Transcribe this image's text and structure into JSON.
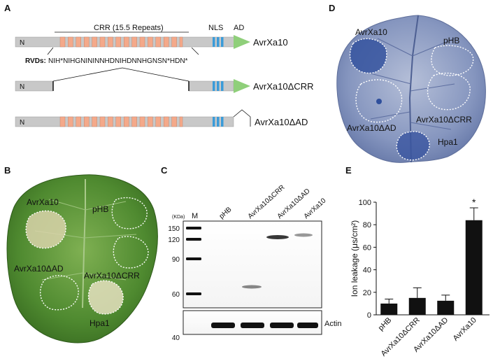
{
  "panels": {
    "A": {
      "label": "A",
      "crr_label": "CRR (15.5 Repeats)",
      "nls_label": "NLS",
      "ad_label": "AD",
      "n_label": "N",
      "rvds_label": "RVDs:",
      "rvds_text": "NIH*NIHGNININNHDNIHDNNHGNSN*HDN*",
      "constructs": [
        "AvrXa10",
        "AvrXa10ΔCRR",
        "AvrXa10ΔAD"
      ]
    },
    "B": {
      "label": "B",
      "spots": [
        "AvrXa10",
        "pHB",
        "AvrXa10ΔAD",
        "AvrXa10ΔCRR",
        "Hpa1"
      ]
    },
    "C": {
      "label": "C",
      "kda_label": "(KDa)",
      "marker_label": "M",
      "lanes": [
        "pHB",
        "AvrXa10ΔCRR",
        "AvrXa10ΔAD",
        "AvrXa10"
      ],
      "markers": [
        "150",
        "120",
        "90",
        "60",
        "40"
      ],
      "actin_label": "Actin"
    },
    "D": {
      "label": "D",
      "spots": [
        "AvrXa10",
        "pHB",
        "AvrXa10ΔAD",
        "AvrXa10ΔCRR",
        "Hpa1"
      ]
    },
    "E": {
      "label": "E",
      "significance": "*"
    }
  },
  "colors": {
    "repeat": "#f4a98a",
    "nls": "#3a9bd9",
    "ad": "#8fcf7a",
    "backbone": "#c8c8c8",
    "leaf_green": "#5a8f3a",
    "leaf_blue": "#8ea0c8",
    "bar": "#111111"
  },
  "chart_data": {
    "type": "bar",
    "categories": [
      "pHB",
      "AvrXa10ΔCRR",
      "AvrXa10ΔAD",
      "AvrXa10"
    ],
    "values": [
      10,
      15,
      12.5,
      84
    ],
    "errors": [
      4,
      9,
      5,
      11
    ],
    "ylabel": "Ion leakage (μs/cm²)",
    "ylim": [
      0,
      100
    ],
    "yticks": [
      0,
      20,
      40,
      60,
      80,
      100
    ]
  }
}
